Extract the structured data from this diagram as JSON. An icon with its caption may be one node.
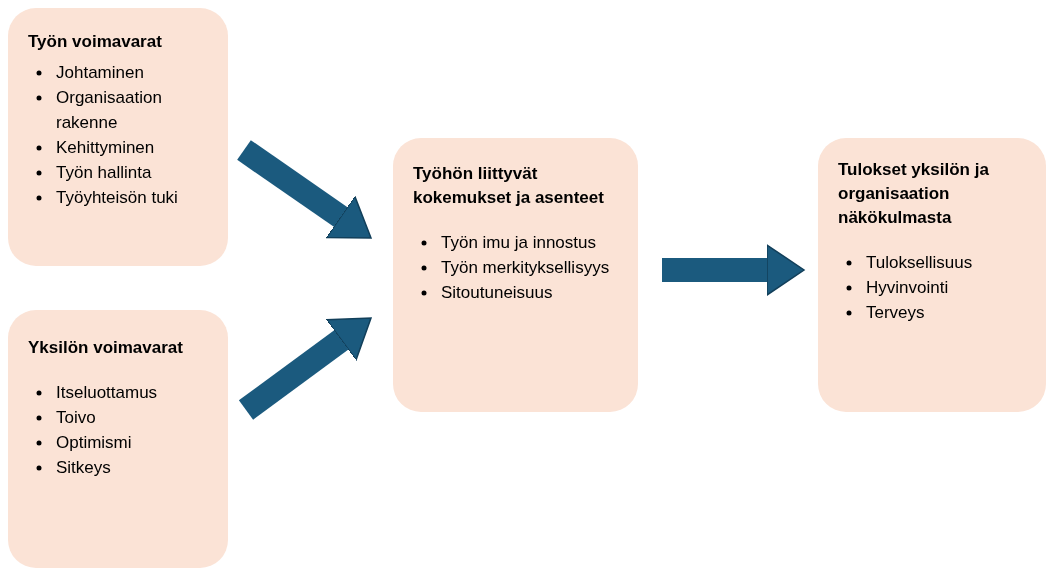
{
  "diagram": {
    "nodes": [
      {
        "text": [
          "Työn voimavarat",
          "Johtaminen",
          "Organisaation rakenne",
          "Kehittyminen",
          "Työn hallinta",
          "Työyhteisön tuki"
        ]
      },
      {
        "text": [
          "Yksilön voimavarat",
          "Itseluottamus",
          "Toivo",
          "Optimismi",
          "Sitkeys"
        ]
      },
      {
        "text": [
          "Työhön liittyvät kokemukset ja asenteet",
          "Työn imu ja innostus",
          "Työn merkityksellisyys",
          "Sitoutuneisuus"
        ]
      },
      {
        "text": [
          "Tulokset yksilön ja organisaation näkökulmasta",
          "Tuloksellisuus",
          "Hyvinvointi",
          "Terveys"
        ]
      }
    ],
    "edges": [
      {
        "from": 0,
        "to": 2,
        "arrow": "to"
      },
      {
        "from": 1,
        "to": 2,
        "arrow": "to"
      },
      {
        "from": 2,
        "to": 3,
        "arrow": "to"
      }
    ]
  }
}
